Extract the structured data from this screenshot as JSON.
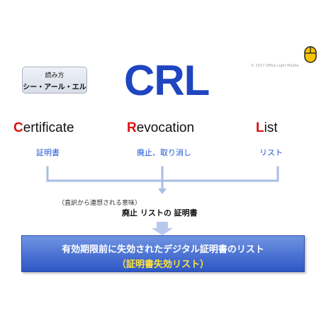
{
  "badge": {
    "label": "読み方",
    "reading": "シー・アール・エル"
  },
  "title": "CRL",
  "copyright": "© 2017 Office Light Mobile",
  "icons": {
    "logo": "mouse-icon"
  },
  "terms": [
    {
      "initial": "C",
      "rest": "ertificate",
      "meaning": "証明書"
    },
    {
      "initial": "R",
      "rest": "evocation",
      "meaning": "廃止、取り消し"
    },
    {
      "initial": "L",
      "rest": "ist",
      "meaning": "リスト"
    }
  ],
  "literal_note": "（直訳から連想される意味）",
  "literal_translation": "廃止 リストの 証明書",
  "result": {
    "main": "有効期限前に失効されたデジタル証明書のリスト",
    "sub": "（証明書失効リスト）"
  },
  "colors": {
    "title": "#1f45c0",
    "initial": "#dd1111",
    "meaning": "#1c55d6",
    "result_box": "#2d57c6",
    "result_sub": "#ffe23a",
    "connector": "#a9bde3"
  }
}
